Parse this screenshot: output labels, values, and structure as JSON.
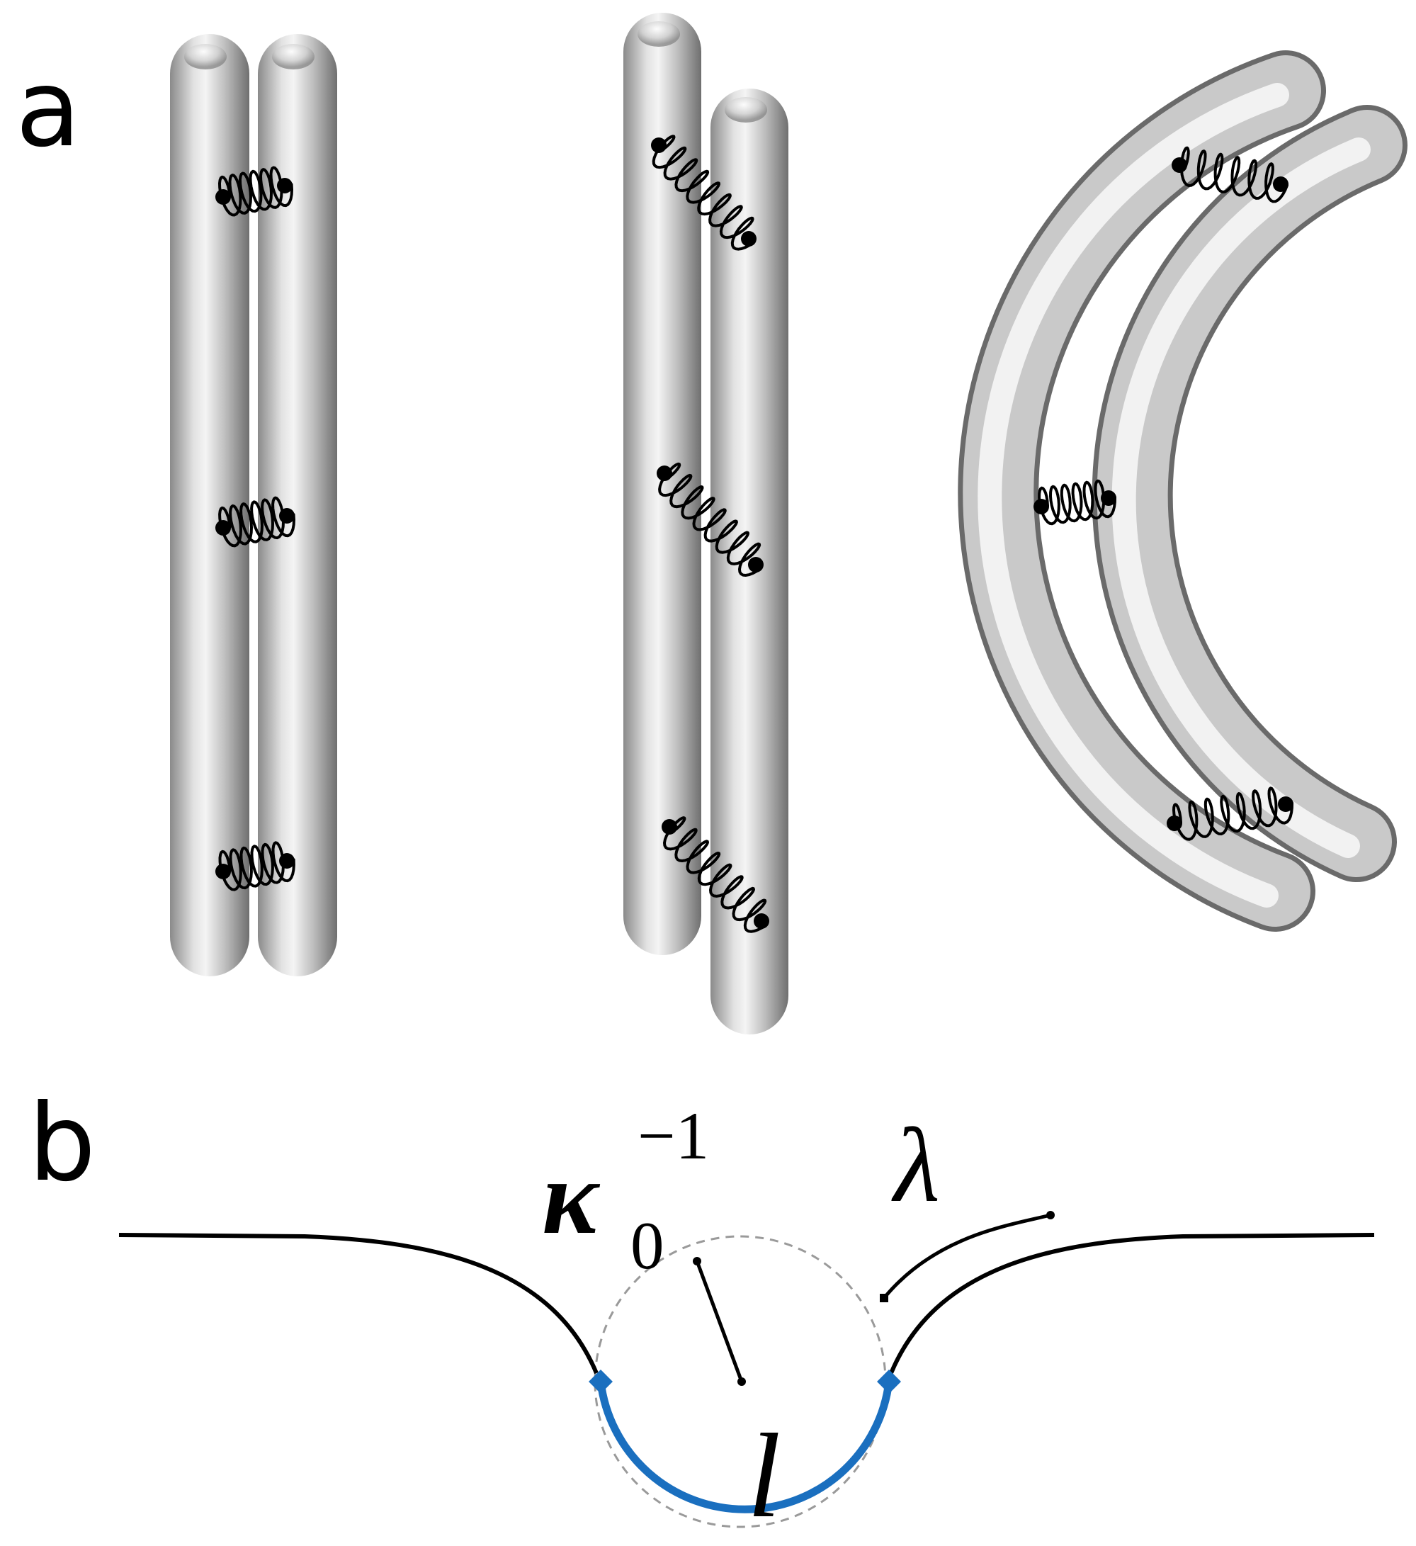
{
  "panels": {
    "a": {
      "label": "a"
    },
    "b": {
      "label": "b",
      "kappa_symbol": "κ",
      "kappa_subscript": "0",
      "kappa_superscript": "−1",
      "lambda_symbol": "λ",
      "length_symbol": "l"
    }
  },
  "colors": {
    "rod_light": "#f6f6f6",
    "rod_mid": "#bdbdbd",
    "rod_dark": "#6f6f6f",
    "membrane": "#000000",
    "contact_arc": "#1a6fbf",
    "guide_circle": "#9a9a9a"
  }
}
